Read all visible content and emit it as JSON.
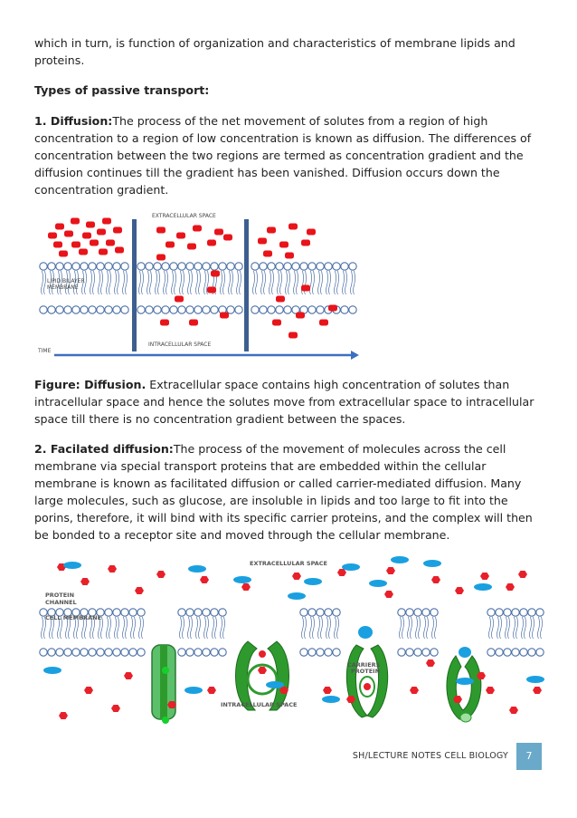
{
  "paragraphs": {
    "intro": "which in turn, is function of organization and characteristics of membrane lipids and proteins.",
    "types_heading": "Types of passive transport:",
    "diffusion_title": "1. Diffusion:",
    "diffusion_text": "The process of the net movement of solutes from a region of high concentration to a region of low concentration is known as diffusion. The differences of concentration between the two regions are termed as concentration gradient and the diffusion continues till the gradient has been vanished. Diffusion occurs down the concentration gradient.",
    "figure_title": "Figure: Diffusion.",
    "figure_caption": " Extracellular space contains high concentration of solutes than intracellular space and hence the solutes move from extracellular space to intracellular space till there is no concentration gradient between the spaces.",
    "facilitated_title": "2. Facilated diffusion:",
    "facilitated_text": "The process of the movement of molecules across the cell membrane via special transport proteins that are embedded within the cellular membrane is known as facilitated diffusion or called carrier-mediated diffusion. Many large molecules, such as glucose, are insoluble in lipids and too large to fit into the porins, therefore, it will bind with its specific carrier proteins, and the complex will then be bonded to a receptor site and moved through the cellular membrane."
  },
  "figure1": {
    "extracellular_label": "EXTRACELLULAR SPACE",
    "lipid_label_1": "LIPID BILAYER",
    "lipid_label_2": "MEMBRANE",
    "intracellular_label": "INTRACELLULAR SPACE",
    "time_label": "TIME",
    "solute_color": "#e8141a",
    "membrane_color": "#4a6fa5",
    "divider_color": "#3d5f8f"
  },
  "figure2": {
    "extracellular_label": "EXTRACELLULAR SPACE",
    "channel_label_1": "PROTEIN",
    "channel_label_2": "CHANNEL",
    "membrane_label": "CELL MEMBRANE",
    "carrier_label_1": "CARRIERS",
    "carrier_label_2": "PROTEIN",
    "intracellular_label": "INTRACELLULAR SPACE",
    "protein_color": "#2e9a2e",
    "channel_color": "#5cbf6a",
    "blue_color": "#1aa0e0",
    "red_color": "#e8202a"
  },
  "footer": {
    "text": "SH/LECTURE NOTES CELL BIOLOGY",
    "page_number": "7"
  }
}
